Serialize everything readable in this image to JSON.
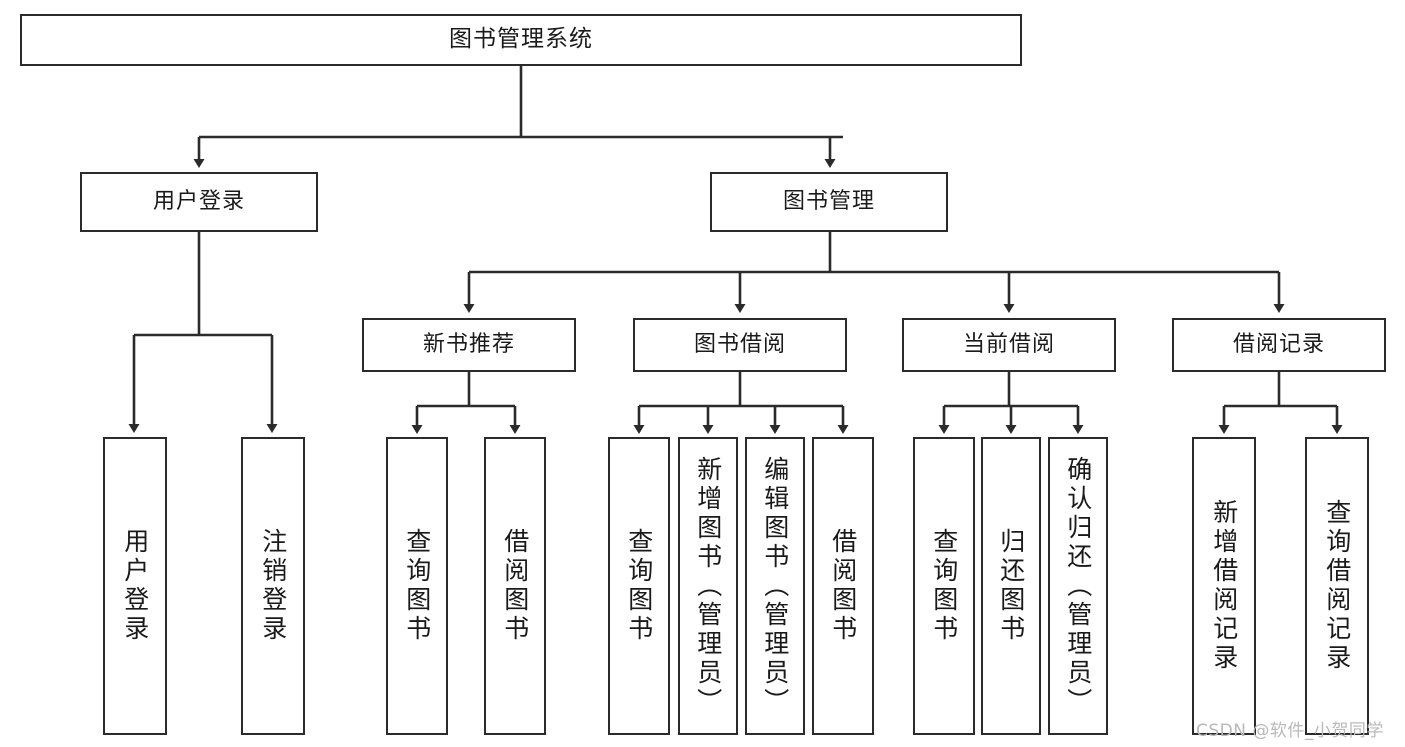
{
  "diagram": {
    "type": "tree-hierarchy-chart",
    "title": "图书管理系统",
    "orientation": "top-down",
    "colors": {
      "box_border": "#2b2b2b",
      "box_fill": "#ffffff",
      "connector": "#2b2b2b",
      "text": "#1a1a1a",
      "watermark": "#b9b9b9",
      "background": "#ffffff"
    },
    "root": {
      "id": "root",
      "label": "图书管理系统",
      "text_direction": "horizontal"
    },
    "level1": [
      {
        "id": "user-login",
        "label": "用户登录",
        "text_direction": "horizontal"
      },
      {
        "id": "book-manage",
        "label": "图书管理",
        "text_direction": "horizontal"
      }
    ],
    "level2": [
      {
        "id": "new-book-recommend",
        "label": "新书推荐",
        "parent": "book-manage",
        "text_direction": "horizontal"
      },
      {
        "id": "book-borrow",
        "label": "图书借阅",
        "parent": "book-manage",
        "text_direction": "horizontal"
      },
      {
        "id": "current-borrow",
        "label": "当前借阅",
        "parent": "book-manage",
        "text_direction": "horizontal"
      },
      {
        "id": "borrow-record",
        "label": "借阅记录",
        "parent": "book-manage",
        "text_direction": "horizontal"
      }
    ],
    "leaves": [
      {
        "id": "leaf-user-login",
        "label": "用户登录",
        "parent": "user-login",
        "text_direction": "vertical"
      },
      {
        "id": "leaf-user-logout",
        "label": "注销登录",
        "parent": "user-login",
        "text_direction": "vertical"
      },
      {
        "id": "leaf-query-book-1",
        "label": "查询图书",
        "parent": "new-book-recommend",
        "text_direction": "vertical"
      },
      {
        "id": "leaf-borrow-book-1",
        "label": "借阅图书",
        "parent": "new-book-recommend",
        "text_direction": "vertical"
      },
      {
        "id": "leaf-query-book-2",
        "label": "查询图书",
        "parent": "book-borrow",
        "text_direction": "vertical"
      },
      {
        "id": "leaf-add-book",
        "label": "新增图书（管理员）",
        "parent": "book-borrow",
        "text_direction": "vertical"
      },
      {
        "id": "leaf-edit-book",
        "label": "编辑图书（管理员）",
        "parent": "book-borrow",
        "text_direction": "vertical"
      },
      {
        "id": "leaf-borrow-book-2",
        "label": "借阅图书",
        "parent": "book-borrow",
        "text_direction": "vertical"
      },
      {
        "id": "leaf-query-book-3",
        "label": "查询图书",
        "parent": "current-borrow",
        "text_direction": "vertical"
      },
      {
        "id": "leaf-return-book",
        "label": "归还图书",
        "parent": "current-borrow",
        "text_direction": "vertical"
      },
      {
        "id": "leaf-confirm-return",
        "label": "确认归还（管理员）",
        "parent": "current-borrow",
        "text_direction": "vertical"
      },
      {
        "id": "leaf-add-record",
        "label": "新增借阅记录",
        "parent": "borrow-record",
        "text_direction": "vertical"
      },
      {
        "id": "leaf-query-record",
        "label": "查询借阅记录",
        "parent": "borrow-record",
        "text_direction": "vertical"
      }
    ],
    "watermark": "CSDN @软件_小贺同学"
  }
}
